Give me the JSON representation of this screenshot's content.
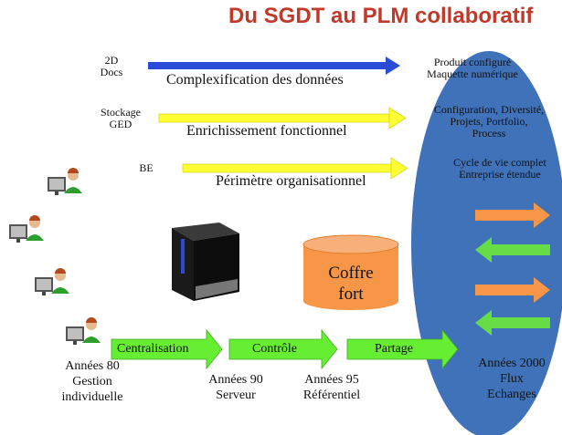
{
  "title": "Du SGDT au PLM collaboratif",
  "colors": {
    "title": "#c0392b",
    "ellipse": "#3f72b8",
    "blue_arrow": "#2a4bd6",
    "yellow_arrow": "#ffff33",
    "green_arrow": "#66ee33",
    "orange": "#f79646",
    "server": "#1a1a1a"
  },
  "rows": [
    {
      "left_label": "2D\nDocs",
      "center_label": "Complexification des données",
      "right_label": "Produit configuré\nMaquette numérique",
      "arrow_color": "blue"
    },
    {
      "left_label": "Stockage\nGED",
      "center_label": "Enrichissement fonctionnel",
      "right_label": "Configuration, Diversité,\nProjets, Portfolio,\nProcess",
      "arrow_color": "yellow"
    },
    {
      "left_label": "BE",
      "center_label": "Périmètre organisationnel",
      "right_label": "Cycle de vie complet\nEntreprise étendue",
      "arrow_color": "yellow"
    }
  ],
  "coffre": "Coffre\nfort",
  "timeline": {
    "arrows": [
      "Centralisation",
      "Contrôle",
      "Partage"
    ],
    "labels": [
      "Années 80\nGestion\nindividuelle",
      "Années 90\nServeur",
      "Années 95\nRéférentiel",
      "Années 2000\nFlux\nEchanges"
    ]
  },
  "icons": [
    "user-computer-icon",
    "server-icon",
    "database-cylinder-icon",
    "exchange-arrows-icon"
  ]
}
